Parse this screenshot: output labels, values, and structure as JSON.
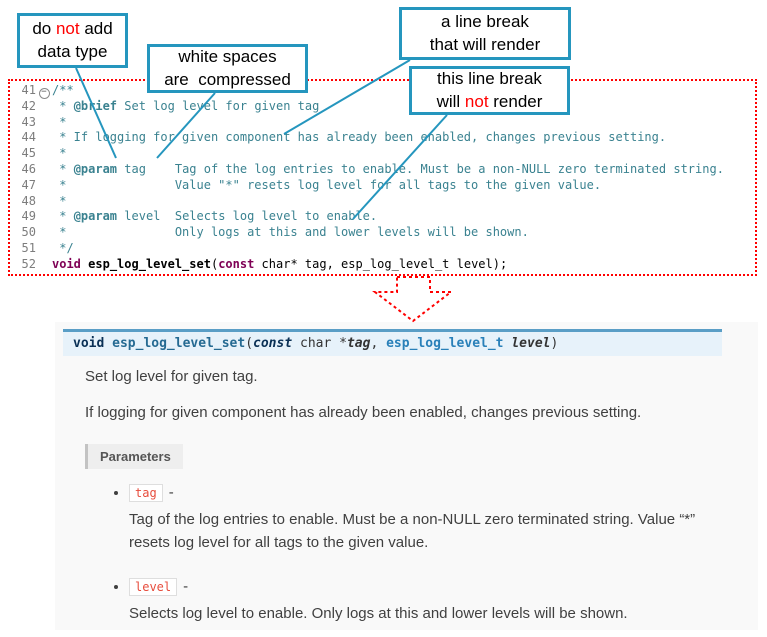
{
  "colors": {
    "callout_border": "#2596be",
    "annotation_red": "#ff0000",
    "code_comment": "#3a8290",
    "code_keyword": "#7f0055",
    "code_dotted_outline": "#ff0000",
    "docs_background": "#f9f9f9",
    "signature_background": "#e7f2fa",
    "signature_top_border": "#5a9ec6",
    "param_chip_text": "#e74c3c",
    "docs_text": "#404040"
  },
  "callouts": {
    "no_datatype": {
      "line1_pre": "do ",
      "line1_not": "not",
      "line1_post": " add",
      "line2": "data type"
    },
    "whitespace": {
      "line1": "white spaces",
      "line2": "are  compressed"
    },
    "break_render": {
      "line1": "a line break",
      "line2": "that will render"
    },
    "break_norender": {
      "line1": "this line break",
      "line2_pre": "will ",
      "line2_not": "not",
      "line2_post": " render"
    }
  },
  "code": {
    "lines": [
      {
        "num": "41",
        "fold": "−",
        "segs": [
          {
            "t": "/**",
            "s": "c"
          }
        ]
      },
      {
        "num": "42",
        "segs": [
          {
            "t": " * ",
            "s": "c"
          },
          {
            "t": "@brief",
            "s": "ct"
          },
          {
            "t": " Set log level for given tag",
            "s": "c"
          }
        ]
      },
      {
        "num": "43",
        "segs": [
          {
            "t": " *",
            "s": "c"
          }
        ]
      },
      {
        "num": "44",
        "segs": [
          {
            "t": " * If logging for given component has already been enabled, changes previous setting.",
            "s": "c"
          }
        ]
      },
      {
        "num": "45",
        "segs": [
          {
            "t": " *",
            "s": "c"
          }
        ]
      },
      {
        "num": "46",
        "segs": [
          {
            "t": " * ",
            "s": "c"
          },
          {
            "t": "@param",
            "s": "ct"
          },
          {
            "t": " tag    Tag of the log entries to enable. Must be a non-NULL zero terminated string.",
            "s": "c"
          }
        ]
      },
      {
        "num": "47",
        "segs": [
          {
            "t": " *               Value \"*\" resets log level for all tags to the given value.",
            "s": "c"
          }
        ]
      },
      {
        "num": "48",
        "segs": [
          {
            "t": " *",
            "s": "c"
          }
        ]
      },
      {
        "num": "49",
        "segs": [
          {
            "t": " * ",
            "s": "c"
          },
          {
            "t": "@param",
            "s": "ct"
          },
          {
            "t": " level  Selects log level to enable.",
            "s": "c"
          }
        ]
      },
      {
        "num": "50",
        "segs": [
          {
            "t": " *               Only logs at this and lower levels will be shown.",
            "s": "c"
          }
        ]
      },
      {
        "num": "51",
        "segs": [
          {
            "t": " */",
            "s": "c"
          }
        ]
      },
      {
        "num": "52",
        "segs": [
          {
            "t": "void",
            "s": "kw"
          },
          {
            "t": " ",
            "s": "pl"
          },
          {
            "t": "esp_log_level_set",
            "s": "fn"
          },
          {
            "t": "(",
            "s": "pl"
          },
          {
            "t": "const",
            "s": "kw"
          },
          {
            "t": " char* tag, esp_log_level_t level);",
            "s": "pl"
          }
        ]
      }
    ]
  },
  "docs": {
    "signature_segments": [
      {
        "t": "void",
        "s": "kw"
      },
      {
        "t": " ",
        "s": "pl"
      },
      {
        "t": "esp_log_level_set",
        "s": "name"
      },
      {
        "t": "(",
        "s": "pl"
      },
      {
        "t": "const",
        "s": "kwi"
      },
      {
        "t": " char *",
        "s": "pl"
      },
      {
        "t": "tag",
        "s": "param"
      },
      {
        "t": ", ",
        "s": "pl"
      },
      {
        "t": "esp_log_level_t",
        "s": "type"
      },
      {
        "t": " ",
        "s": "pl"
      },
      {
        "t": "level",
        "s": "param"
      },
      {
        "t": ")",
        "s": "pl"
      }
    ],
    "summary": "Set log level for given tag.",
    "description": "If logging for given component has already been enabled, changes previous setting.",
    "parameters_label": "Parameters",
    "params": [
      {
        "name": "tag",
        "sep": "-",
        "desc": "Tag of the log entries to enable. Must be a non-NULL zero terminated string. Value “*” resets log level for all tags to the given value."
      },
      {
        "name": "level",
        "sep": "-",
        "desc": "Selects log level to enable. Only logs at this and lower levels will be shown."
      }
    ]
  }
}
